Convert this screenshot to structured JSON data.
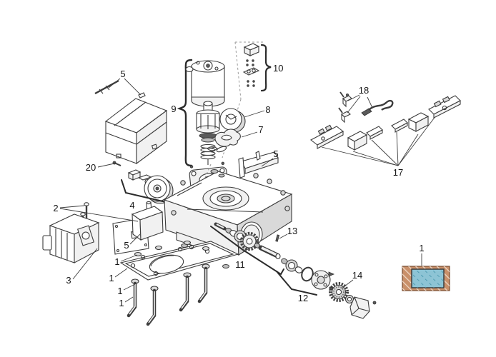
{
  "diagram": {
    "type": "exploded-parts-diagram",
    "subject": "sliding-gate-motor-spare-parts",
    "colors": {
      "background": "#ffffff",
      "line": "#3b3b3b",
      "label": "#161616",
      "concrete": "#c9906a",
      "plate": "#8dc4d5",
      "plate_hatch": "#4797ad"
    },
    "callouts": [
      {
        "part": "5",
        "ref": "housing-cover"
      },
      {
        "part": "9",
        "ref": "motor-assembly"
      },
      {
        "part": "10",
        "ref": "limit-bracket-kit"
      },
      {
        "part": "8",
        "ref": "drive-wheel"
      },
      {
        "part": "7",
        "ref": "release-fork"
      },
      {
        "part": "5",
        "ref": "support-rail"
      },
      {
        "part": "20",
        "ref": "screw"
      },
      {
        "part": "4",
        "ref": "release-pulley-assembly"
      },
      {
        "part": "2",
        "ref": "fixing-bolts"
      },
      {
        "part": "3",
        "ref": "transformer"
      },
      {
        "part": "5",
        "ref": "side-block"
      },
      {
        "part": "1",
        "ref": "fastening-nut"
      },
      {
        "part": "1",
        "ref": "base-plate"
      },
      {
        "part": "1",
        "ref": "fastening-nut-lower"
      },
      {
        "part": "1",
        "ref": "anchor-bolt"
      },
      {
        "part": "11",
        "ref": "worm-shaft-assembly"
      },
      {
        "part": "13",
        "ref": "pin"
      },
      {
        "part": "12",
        "ref": "bearing-kit"
      },
      {
        "part": "14",
        "ref": "pinion-gear"
      },
      {
        "part": "18",
        "ref": "microswitch-kit"
      },
      {
        "part": "17",
        "ref": "control-boards"
      },
      {
        "part": "1",
        "ref": "foundation-plate"
      }
    ]
  }
}
